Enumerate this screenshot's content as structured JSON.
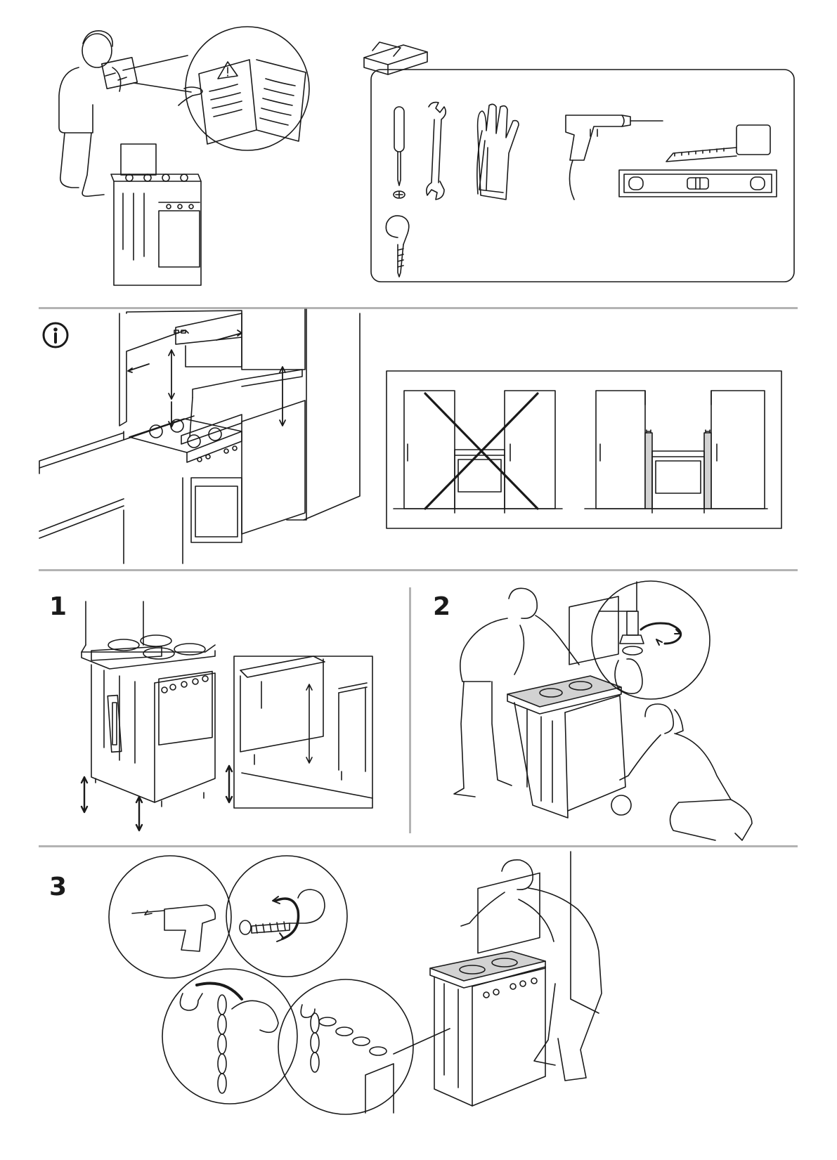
{
  "document": {
    "type": "installation-pictogram-sheet",
    "colors": {
      "line": "#1a1a1a",
      "separator": "#b3b3b3",
      "shade": "#d2d2d2"
    }
  },
  "sections": {
    "step1": {
      "number": "1"
    },
    "step2": {
      "number": "2"
    },
    "step3": {
      "number": "3"
    }
  },
  "icons": [
    "info-icon",
    "warning-icon",
    "toolbox-icon",
    "screwdriver-icon",
    "wrench-icon",
    "gloves-icon",
    "drill-icon",
    "tape-measure-icon",
    "spirit-level-icon",
    "hook-screw-icon"
  ]
}
